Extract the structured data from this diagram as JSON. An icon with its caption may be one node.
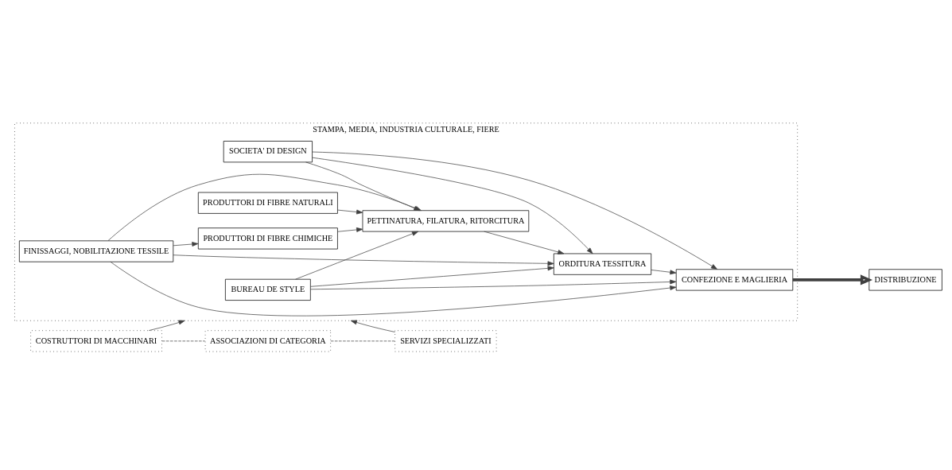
{
  "diagram": {
    "nodes": [
      {
        "text": [
          "STAMPA, MEDIA, INDUSTRIA CULTURALE, FIERE"
        ]
      },
      {
        "text": [
          "BUREAU DE STYLE"
        ],
        "in": 0
      },
      {
        "text": [
          "SOCIETA' DI DESIGN"
        ],
        "in": 0
      },
      {
        "text": [
          "PRODUTTORI DI FIBRE NATURALI"
        ],
        "in": 0
      },
      {
        "text": [
          "PETTINATURA, FILATURA, RITORCITURA"
        ],
        "in": 0
      },
      {
        "text": [
          "ORDITURA TESSITURA"
        ],
        "in": 0
      },
      {
        "text": [
          "CONFEZIONE E MAGLIERIA"
        ],
        "in": 0
      },
      {
        "text": [
          "DISTRIBUZIONE"
        ]
      },
      {
        "text": [
          "PRODUTTORI DI FIBRE CHIMICHE"
        ],
        "in": 0
      },
      {
        "text": [
          "FINISSAGGI, NOBILITAZIONE TESSILE"
        ],
        "in": 0
      },
      {
        "text": [
          "COSTRUTTORI DI MACCHINARI"
        ]
      },
      {
        "text": [
          "ASSOCIAZIONI DI CATEGORIA"
        ]
      },
      {
        "text": [
          "SERVIZI SPECIALIZZATI"
        ]
      }
    ],
    "edges": [
      {
        "from": 1,
        "to": 4,
        "arrow": "to"
      },
      {
        "from": 1,
        "to": 5,
        "arrow": "to"
      },
      {
        "from": 1,
        "to": 6,
        "arrow": "to"
      },
      {
        "from": 2,
        "to": 4,
        "arrow": "to"
      },
      {
        "from": 2,
        "to": 5,
        "arrow": "to"
      },
      {
        "from": 2,
        "to": 6,
        "arrow": "to"
      },
      {
        "from": 3,
        "to": 4,
        "arrow": "to"
      },
      {
        "from": 8,
        "to": 4,
        "arrow": "to"
      },
      {
        "from": 4,
        "to": 5,
        "arrow": "to"
      },
      {
        "from": 5,
        "to": 6,
        "arrow": "to"
      },
      {
        "from": 6,
        "to": 7,
        "arrow": "to",
        "style": "thick"
      },
      {
        "from": 9,
        "to": 4,
        "arrow": "to"
      },
      {
        "from": 9,
        "to": 5,
        "arrow": "to"
      },
      {
        "from": 9,
        "to": 6,
        "arrow": "to"
      },
      {
        "from": 9,
        "to": 8,
        "arrow": "to"
      },
      {
        "from": 10,
        "to": 11,
        "arrow": "none",
        "style": "dashed"
      },
      {
        "from": 11,
        "to": 12,
        "arrow": "none",
        "style": "dashed"
      },
      {
        "from": 10,
        "to": 0,
        "arrow": "to"
      },
      {
        "from": 12,
        "to": 0,
        "arrow": "to"
      }
    ]
  }
}
